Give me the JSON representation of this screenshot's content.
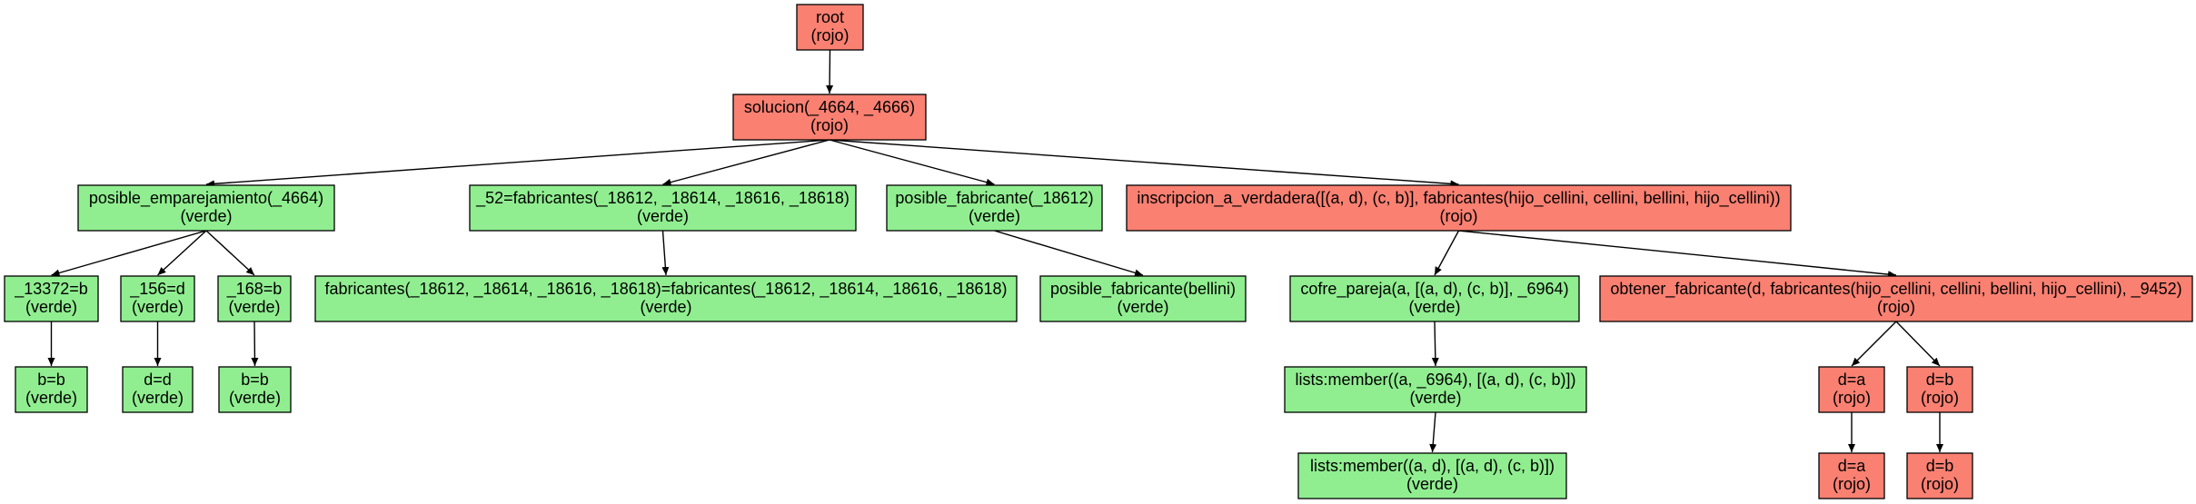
{
  "palette": {
    "rojo": "#fa8072",
    "verde": "#90ee90",
    "stroke": "#000000"
  },
  "nodes": [
    {
      "id": "n0",
      "lines": [
        "root",
        "(rojo)"
      ],
      "status": "rojo"
    },
    {
      "id": "n1",
      "lines": [
        "solucion(_4664, _4666)",
        "(rojo)"
      ],
      "status": "rojo"
    },
    {
      "id": "n2",
      "lines": [
        "posible_emparejamiento(_4664)",
        "(verde)"
      ],
      "status": "verde"
    },
    {
      "id": "n3",
      "lines": [
        "_52=fabricantes(_18612, _18614, _18616, _18618)",
        "(verde)"
      ],
      "status": "verde"
    },
    {
      "id": "n4",
      "lines": [
        "posible_fabricante(_18612)",
        "(verde)"
      ],
      "status": "verde"
    },
    {
      "id": "n5",
      "lines": [
        "inscripcion_a_verdadera([(a, d), (c, b)], fabricantes(hijo_cellini, cellini, bellini, hijo_cellini))",
        "(rojo)"
      ],
      "status": "rojo"
    },
    {
      "id": "n6",
      "lines": [
        "_13372=b",
        "(verde)"
      ],
      "status": "verde"
    },
    {
      "id": "n7",
      "lines": [
        "_156=d",
        "(verde)"
      ],
      "status": "verde"
    },
    {
      "id": "n8",
      "lines": [
        "_168=b",
        "(verde)"
      ],
      "status": "verde"
    },
    {
      "id": "n9",
      "lines": [
        "fabricantes(_18612, _18614, _18616, _18618)=fabricantes(_18612, _18614, _18616, _18618)",
        "(verde)"
      ],
      "status": "verde"
    },
    {
      "id": "n10",
      "lines": [
        "posible_fabricante(bellini)",
        "(verde)"
      ],
      "status": "verde"
    },
    {
      "id": "n11",
      "lines": [
        "cofre_pareja(a, [(a, d), (c, b)], _6964)",
        "(verde)"
      ],
      "status": "verde"
    },
    {
      "id": "n12",
      "lines": [
        "obtener_fabricante(d, fabricantes(hijo_cellini, cellini, bellini, hijo_cellini), _9452)",
        "(rojo)"
      ],
      "status": "rojo"
    },
    {
      "id": "n13",
      "lines": [
        "b=b",
        "(verde)"
      ],
      "status": "verde"
    },
    {
      "id": "n14",
      "lines": [
        "d=d",
        "(verde)"
      ],
      "status": "verde"
    },
    {
      "id": "n15",
      "lines": [
        "b=b",
        "(verde)"
      ],
      "status": "verde"
    },
    {
      "id": "n16",
      "lines": [
        "lists:member((a, _6964), [(a, d), (c, b)])",
        "(verde)"
      ],
      "status": "verde"
    },
    {
      "id": "n17",
      "lines": [
        "d=a",
        "(rojo)"
      ],
      "status": "rojo"
    },
    {
      "id": "n18",
      "lines": [
        "d=b",
        "(rojo)"
      ],
      "status": "rojo"
    },
    {
      "id": "n19",
      "lines": [
        "lists:member((a, d), [(a, d), (c, b)])",
        "(verde)"
      ],
      "status": "verde"
    },
    {
      "id": "n20",
      "lines": [
        "d=a",
        "(rojo)"
      ],
      "status": "rojo"
    },
    {
      "id": "n21",
      "lines": [
        "d=b",
        "(rojo)"
      ],
      "status": "rojo"
    }
  ],
  "edges": [
    [
      "n0",
      "n1"
    ],
    [
      "n1",
      "n2"
    ],
    [
      "n1",
      "n3"
    ],
    [
      "n1",
      "n4"
    ],
    [
      "n1",
      "n5"
    ],
    [
      "n2",
      "n6"
    ],
    [
      "n2",
      "n7"
    ],
    [
      "n2",
      "n8"
    ],
    [
      "n3",
      "n9"
    ],
    [
      "n4",
      "n10"
    ],
    [
      "n5",
      "n11"
    ],
    [
      "n5",
      "n12"
    ],
    [
      "n6",
      "n13"
    ],
    [
      "n7",
      "n14"
    ],
    [
      "n8",
      "n15"
    ],
    [
      "n11",
      "n16"
    ],
    [
      "n16",
      "n19"
    ],
    [
      "n12",
      "n17"
    ],
    [
      "n12",
      "n18"
    ],
    [
      "n17",
      "n20"
    ],
    [
      "n18",
      "n21"
    ]
  ]
}
